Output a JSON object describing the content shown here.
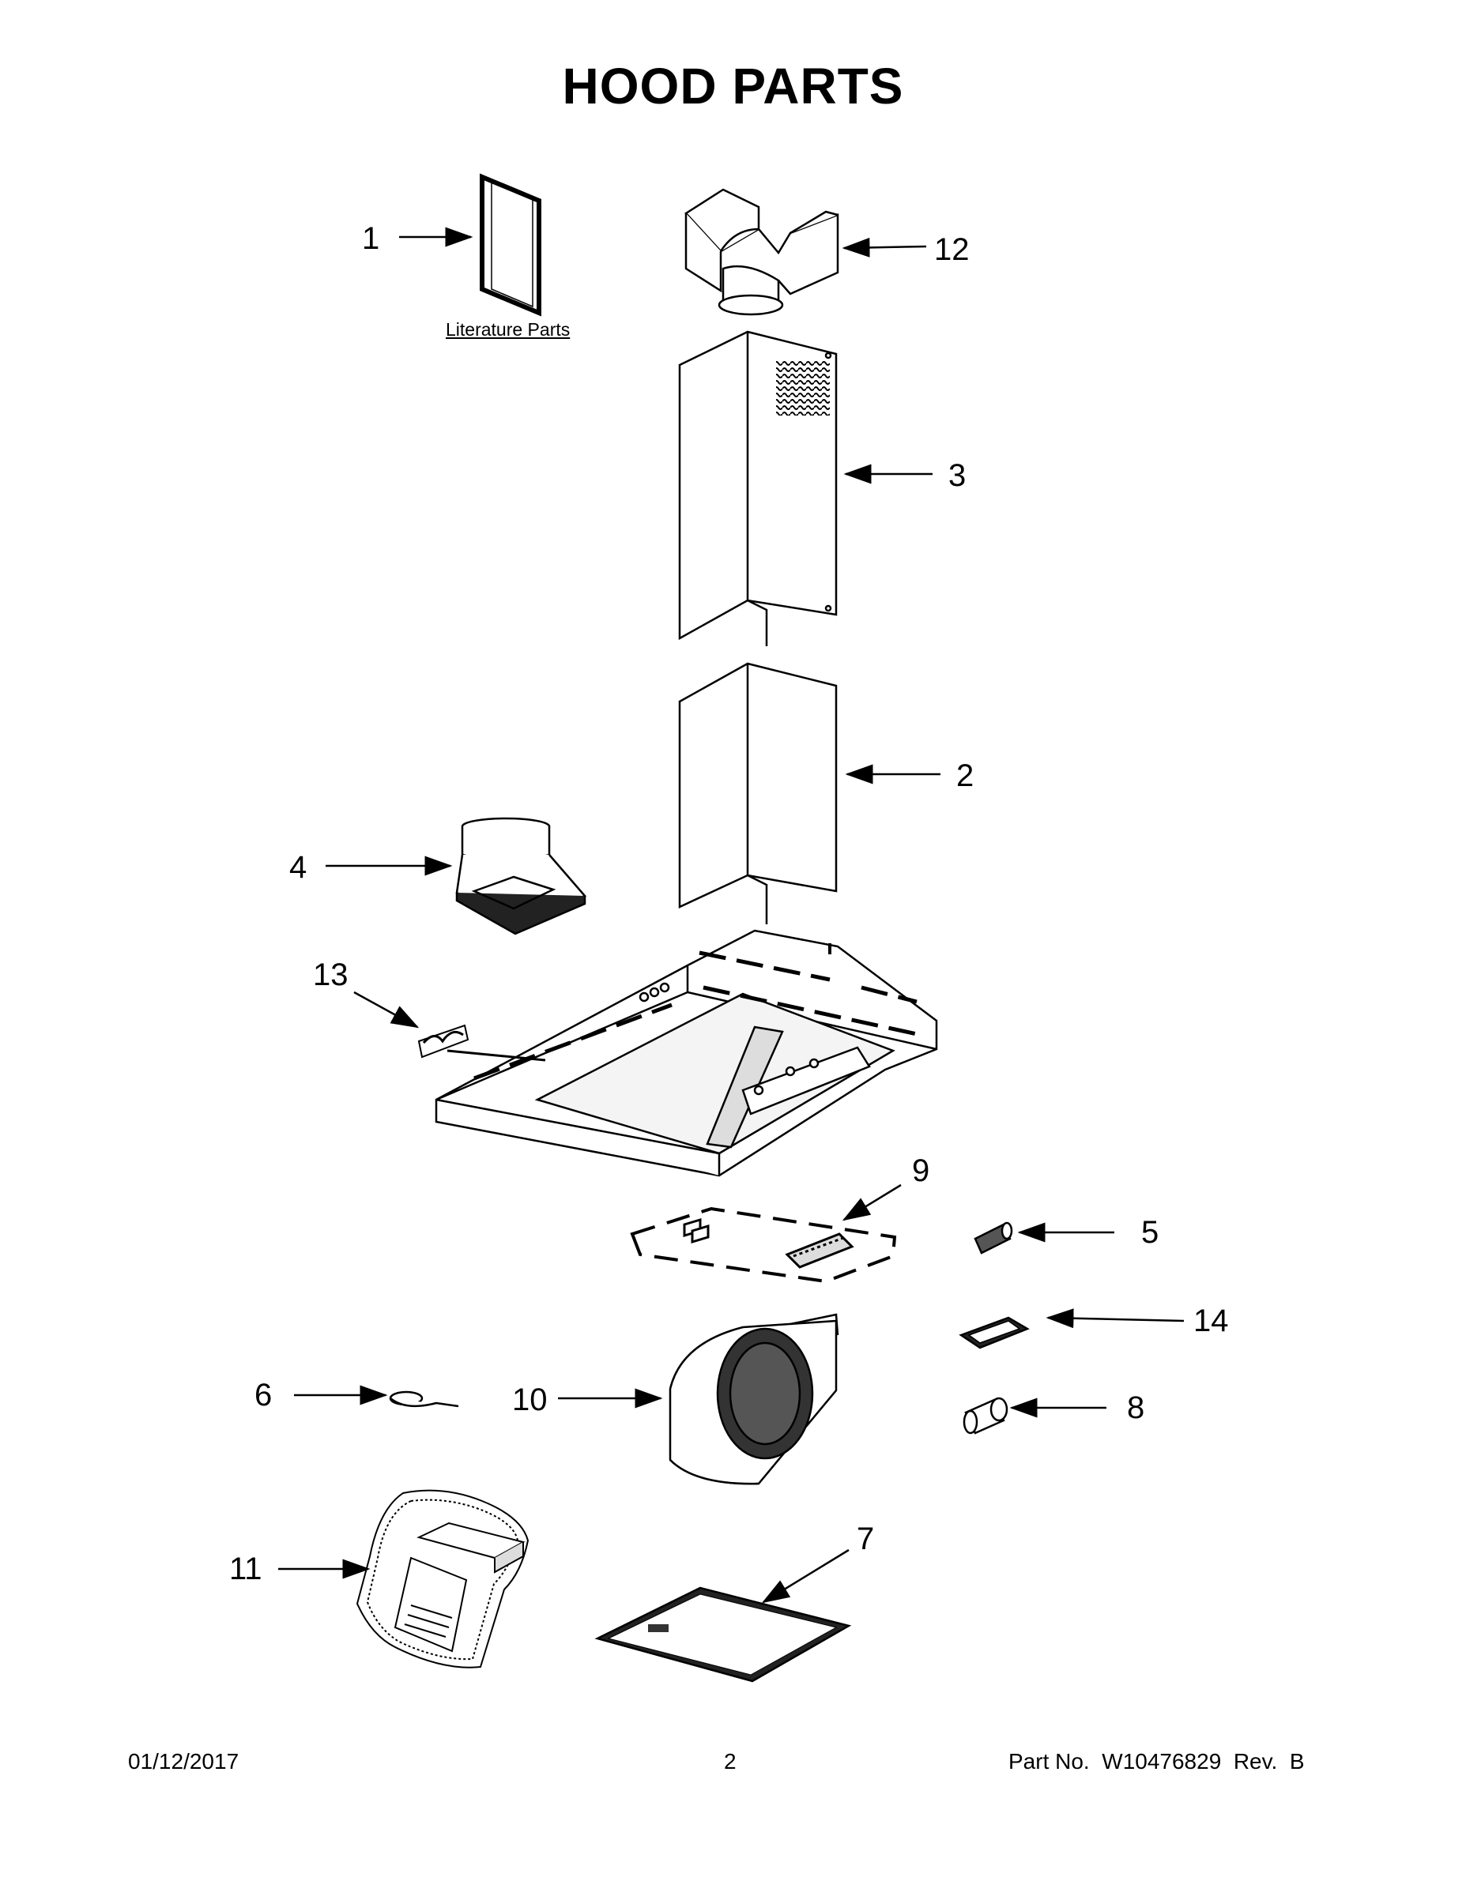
{
  "title": "HOOD PARTS",
  "literature_label": "Literature Parts",
  "callouts": {
    "c1": "1",
    "c2": "2",
    "c3": "3",
    "c4": "4",
    "c5": "5",
    "c6": "6",
    "c7": "7",
    "c8": "8",
    "c9": "9",
    "c10": "10",
    "c11": "11",
    "c12": "12",
    "c13": "13",
    "c14": "14"
  },
  "footer": {
    "date": "01/12/2017",
    "page": "2",
    "part_no": "Part No.  W10476829  Rev.  B"
  }
}
